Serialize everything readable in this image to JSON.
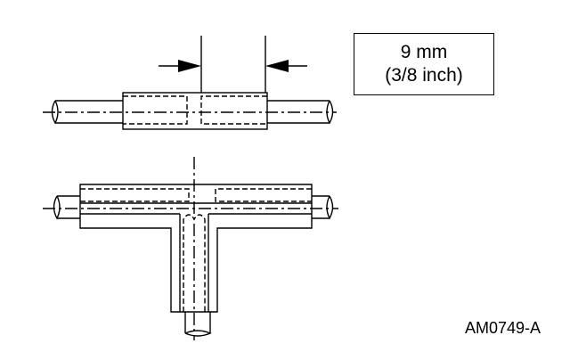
{
  "dimension_label": {
    "metric": "9 mm",
    "imperial": "(3/8 inch)"
  },
  "figure_id": "AM0749-A"
}
